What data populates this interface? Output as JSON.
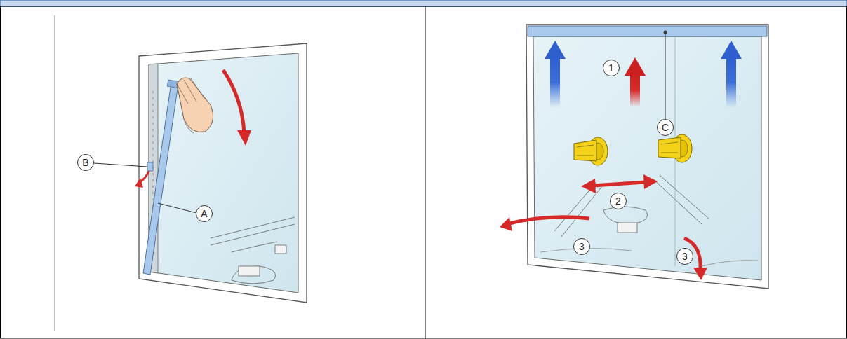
{
  "diagram": {
    "labels": [
      "B",
      "A",
      "1",
      "C",
      "2",
      "3",
      "3"
    ]
  }
}
